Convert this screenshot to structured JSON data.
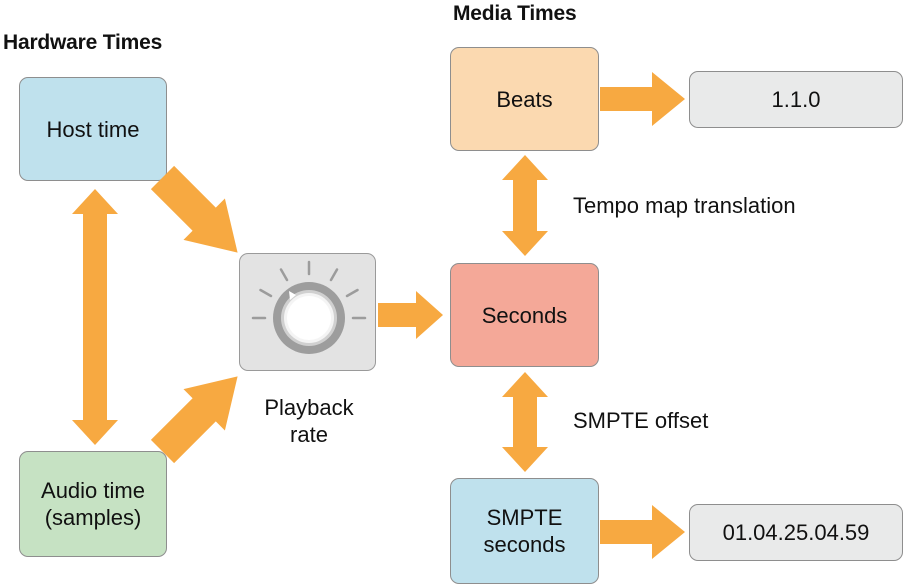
{
  "headings": {
    "hardware": "Hardware Times",
    "media": "Media Times"
  },
  "nodes": {
    "host_time": {
      "label": "Host time",
      "color": "#bfe1ed"
    },
    "audio_time": {
      "label": "Audio time\n(samples)",
      "color": "#c6e2c3"
    },
    "beats": {
      "label": "Beats",
      "color": "#fbd9b0"
    },
    "seconds": {
      "label": "Seconds",
      "color": "#f4a898"
    },
    "smpte_seconds": {
      "label": "SMPTE\nseconds",
      "color": "#bfe1ed"
    },
    "beats_value": {
      "label": "1.1.0",
      "color": "#e9eaea"
    },
    "smpte_value": {
      "label": "01.04.25.04.59",
      "color": "#e9eaea"
    }
  },
  "labels": {
    "playback_rate": "Playback\nrate",
    "tempo_map": "Tempo map translation",
    "smpte_offset": "SMPTE offset"
  },
  "colors": {
    "arrow": "#f7a941",
    "knob_panel": "#e3e3e3"
  },
  "icons": {
    "knob": "rotary-knob-icon"
  }
}
